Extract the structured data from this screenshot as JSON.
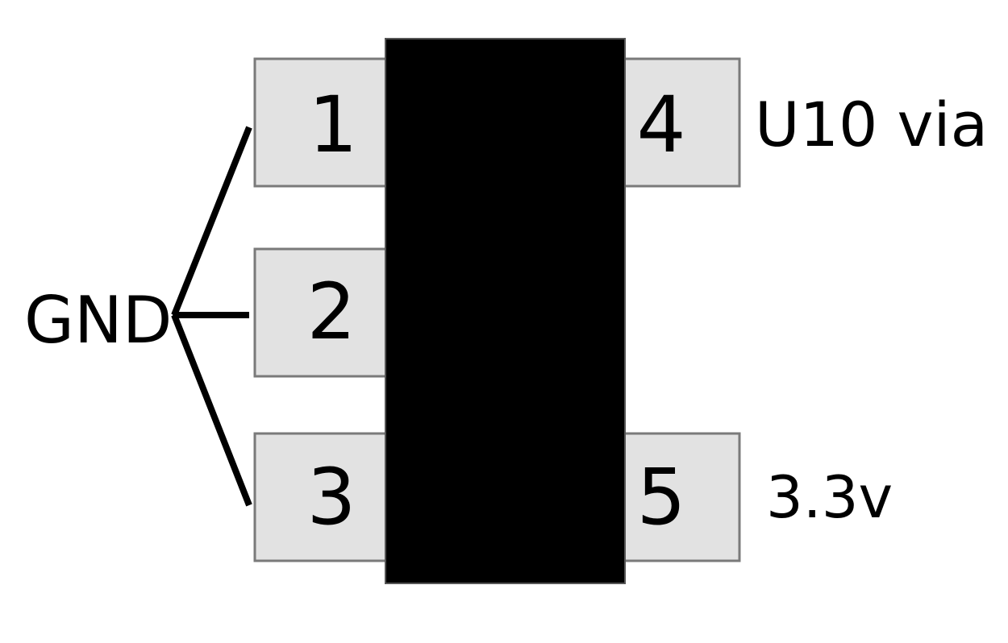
{
  "colors": {
    "pad_fill": "#e2e2e2",
    "pad_stroke": "#7a7a7a",
    "body_fill": "#000000",
    "wire": "#000000",
    "text": "#000000"
  },
  "chip": {
    "pins": [
      {
        "number": "1"
      },
      {
        "number": "2"
      },
      {
        "number": "3"
      },
      {
        "number": "4"
      },
      {
        "number": "5"
      }
    ]
  },
  "nets": {
    "gnd": "GND",
    "pin4": "U10 via",
    "pin5": "3.3v"
  }
}
